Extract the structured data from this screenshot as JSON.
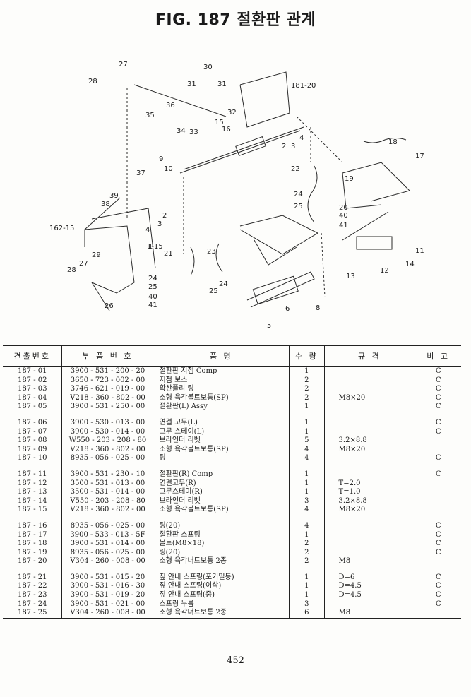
{
  "title": "FIG. 187 절환판 관계",
  "page_number": "452",
  "diagram_labels": [
    "27",
    "28",
    "30",
    "31",
    "31",
    "32",
    "181-20",
    "36",
    "35",
    "33",
    "34",
    "15",
    "16",
    "2",
    "3",
    "4",
    "18",
    "17",
    "22",
    "9",
    "10",
    "37",
    "39",
    "38",
    "162-15",
    "1",
    "24",
    "25",
    "19",
    "20",
    "40",
    "41",
    "4",
    "3",
    "2",
    "1-15",
    "29",
    "23",
    "21",
    "26",
    "28",
    "27",
    "24",
    "25",
    "40",
    "41",
    "25",
    "24",
    "13",
    "12",
    "14",
    "11",
    "6",
    "8",
    "5"
  ],
  "table": {
    "headers": [
      "견출번호",
      "부 품 번 호",
      "품          명",
      "수 량",
      "규   격",
      "비 고"
    ],
    "groups": [
      [
        [
          "187 - 01",
          "3900 - 531 - 200 - 20",
          "절환판 지점 Comp",
          "1",
          "",
          "C"
        ],
        [
          "187 - 02",
          "3650 - 723 - 002 - 00",
          "지점 보스",
          "2",
          "",
          "C"
        ],
        [
          "187 - 03",
          "3746 - 621 - 019 - 00",
          "확산풀리 링",
          "2",
          "",
          "C"
        ],
        [
          "187 - 04",
          "V218 - 360 - 802 - 00",
          "소형 육각볼트보통(SP)",
          "2",
          "M8×20",
          "C"
        ],
        [
          "187 - 05",
          "3900 - 531 - 250 - 00",
          "절환판(L) Assy",
          "1",
          "",
          "C"
        ]
      ],
      [
        [
          "187 - 06",
          "3900 - 530 - 013 - 00",
          "연결 고무(L)",
          "1",
          "",
          "C"
        ],
        [
          "187 - 07",
          "3900 - 530 - 014 - 00",
          "고무 스테이(L)",
          "1",
          "",
          "C"
        ],
        [
          "187 - 08",
          "W550 - 203 - 208 - 80",
          "브라인더 리벳",
          "5",
          "3.2×8.8",
          ""
        ],
        [
          "187 - 09",
          "V218 - 360 - 802 - 00",
          "소형 육각볼트보통(SP)",
          "4",
          "M8×20",
          ""
        ],
        [
          "187 - 10",
          "8935 - 056 - 025 - 00",
          "링",
          "4",
          "",
          "C"
        ]
      ],
      [
        [
          "187 - 11",
          "3900 - 531 - 230 - 10",
          "절환판(R) Comp",
          "1",
          "",
          "C"
        ],
        [
          "187 - 12",
          "3500 - 531 - 013 - 00",
          "연결고무(R)",
          "1",
          "T=2.0",
          ""
        ],
        [
          "187 - 13",
          "3500 - 531 - 014 - 00",
          "고무스테이(R)",
          "1",
          "T=1.0",
          ""
        ],
        [
          "187 - 14",
          "V550 - 203 - 208 - 80",
          "브라인더 리벳",
          "3",
          "3.2×8.8",
          ""
        ],
        [
          "187 - 15",
          "V218 - 360 - 802 - 00",
          "소형 육각볼트보통(SP)",
          "4",
          "M8×20",
          ""
        ]
      ],
      [
        [
          "187 - 16",
          "8935 - 056 - 025 - 00",
          "링(20)",
          "4",
          "",
          "C"
        ],
        [
          "187 - 17",
          "3900 - 533 - 013 - 5F",
          "절환판 스프링",
          "1",
          "",
          "C"
        ],
        [
          "187 - 18",
          "3900 - 531 - 014 - 00",
          "볼트(M8×18)",
          "2",
          "",
          "C"
        ],
        [
          "187 - 19",
          "8935 - 056 - 025 - 00",
          "링(20)",
          "2",
          "",
          "C"
        ],
        [
          "187 - 20",
          "V304 - 260 - 008 - 00",
          "소형 육각너트보통 2종",
          "2",
          "M8",
          ""
        ]
      ],
      [
        [
          "187 - 21",
          "3900 - 531 - 015 - 20",
          "짚 안내 스프링(포기밀등)",
          "1",
          "D=6",
          "C"
        ],
        [
          "187 - 22",
          "3900 - 531 - 016 - 30",
          "짚 안내 스프링(이삭)",
          "1",
          "D=4.5",
          "C"
        ],
        [
          "187 - 23",
          "3900 - 531 - 019 - 20",
          "짚 안내 스프링(중)",
          "1",
          "D=4.5",
          "C"
        ],
        [
          "187 - 24",
          "3900 - 531 - 021 - 00",
          "스프링 누름",
          "3",
          "",
          "C"
        ],
        [
          "187 - 25",
          "V304 - 260 - 008 - 00",
          "소형 육각너트보통 2종",
          "6",
          "M8",
          ""
        ]
      ]
    ]
  }
}
